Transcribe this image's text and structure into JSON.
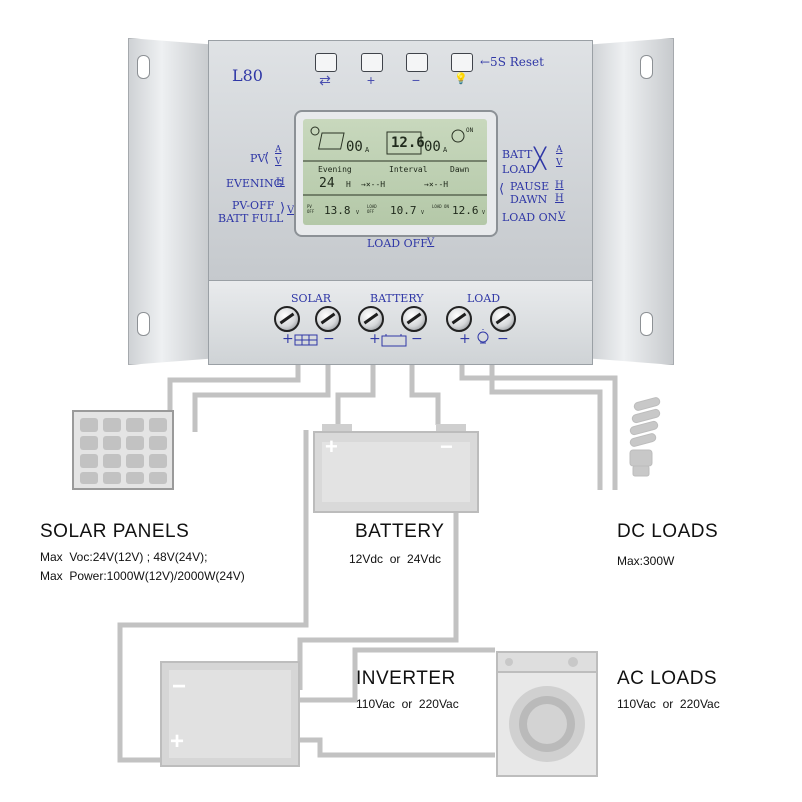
{
  "controller": {
    "model": "L80",
    "reset_label": "←5S Reset",
    "keys": [
      {
        "glyph": "⇄",
        "icon": "arrows-icon"
      },
      {
        "glyph": "+",
        "icon": "plus-icon"
      },
      {
        "glyph": "−",
        "icon": "minus-icon"
      },
      {
        "glyph": "💡",
        "icon": "bulb-icon"
      }
    ],
    "left_labels": [
      "PV",
      "EVENING",
      "PV-OFF",
      "BATT FULL"
    ],
    "left_unit_marks": [
      "A",
      "V",
      "H",
      "V"
    ],
    "right_labels": [
      "BATT",
      "LOAD",
      "PAUSE",
      "DAWN",
      "LOAD ON"
    ],
    "right_unit_marks": [
      "A",
      "V",
      "H",
      "H",
      "V"
    ],
    "bottom_label": "LOAD OFF",
    "bottom_unit_mark": "V",
    "lcd": {
      "pv_current": "00",
      "pv_current_unit": "A",
      "batt_voltage": "12.6",
      "load_current": "00",
      "load_current_unit": "A",
      "on_label": "ON",
      "headers": [
        "Evening",
        "Interval",
        "Dawn"
      ],
      "row2": [
        "24",
        "H",
        "→×--H",
        "→×--H"
      ],
      "row3": [
        {
          "tag": "PV OFF",
          "value": "13.8",
          "unit": "V"
        },
        {
          "tag": "LOAD OFF",
          "value": "10.7",
          "unit": "V"
        },
        {
          "tag": "LOAD ON",
          "value": "12.6",
          "unit": "V"
        }
      ]
    },
    "terminal_groups": [
      "SOLAR",
      "BATTERY",
      "LOAD"
    ],
    "terminal_polarity": [
      "+",
      "−"
    ]
  },
  "captions": {
    "solar_title": "SOLAR  PANELS",
    "solar_line1": "Max  Voc:24V(12V) ; 48V(24V);",
    "solar_line2": "Max  Power:1000W(12V)/2000W(24V)",
    "battery_title": "BATTERY",
    "battery_line1": "12Vdc  or  24Vdc",
    "dc_title": "DC  LOADS",
    "dc_line1": "Max:300W",
    "inverter_title": "INVERTER",
    "inverter_line1": "110Vac  or  220Vac",
    "ac_title": "AC  LOADS",
    "ac_line1": "110Vac  or  220Vac"
  },
  "device_symbols": {
    "battery_plus": "+",
    "battery_minus": "−",
    "inverter_plus": "+",
    "inverter_minus": "−"
  },
  "colors": {
    "label_blue": "#2f37a6",
    "wire": "#c4c4c4",
    "lcd_green": "#c0d2b3"
  }
}
